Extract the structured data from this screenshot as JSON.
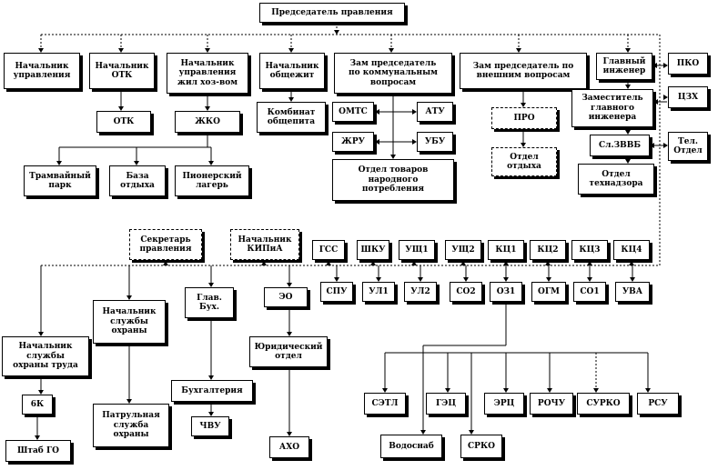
{
  "nodes": {
    "chairman": "Председатель правления",
    "head_mgmt": "Начальник\nуправления",
    "head_otk": "Начальник\nОТК",
    "head_housing": "Начальник\nуправления\nжил хоз-вом",
    "head_dorm": "Начальник\nобщежит",
    "deputy_communal": "Зам председатель\nпо коммунальным\nвопросам",
    "deputy_external": "Зам председатель по\nвнешним вопросам",
    "chief_engineer": "Главный\nинженер",
    "pko": "ПКО",
    "deputy_chief_engineer": "Заместитель\nглавного\nинженера",
    "tszkh": "ЦЗХ",
    "sl_zvvb": "Сл.ЗВВБ",
    "tel_dept": "Тел.\nОтдел",
    "tech_supervision": "Отдел\nтехнадзора",
    "otk": "ОТК",
    "zhko": "ЖКО",
    "dorm_complex": "Комбинат\nобщепита",
    "omts": "ОМТС",
    "atu": "АТУ",
    "zhru": "ЖРУ",
    "ubu": "УБУ",
    "consumer_goods": "Отдел товаров\nнародного\nпотребления",
    "pro": "ПРО",
    "rest_dept": "Отдел\nотдыха",
    "tram_park": "Трамвайный\nпарк",
    "recreation_base": "База\nотдыха",
    "pioneer_camp": "Пионерский\nлагерь",
    "board_secretary": "Секретарь\nправления",
    "head_kipia": "Начальник\nКИПиА",
    "gss": "ГСС",
    "shku": "ШКУ",
    "ushch1": "УЩ1",
    "ushch2": "УЩ2",
    "kts1": "КЦ1",
    "kts2": "КЦ2",
    "kts3": "КЦ3",
    "kts4": "КЦ4",
    "spu": "СПУ",
    "ul1": "УЛ1",
    "ul2": "УЛ2",
    "so2": "СО2",
    "os1": "ОЗ1",
    "ogm": "ОГМ",
    "so1": "СО1",
    "uva": "УВА",
    "head_labor_safety": "Начальник\nслужбы\nохраны труда",
    "head_security": "Начальник\nслужбы\nохраны",
    "chief_accountant": "Глав.\nБух.",
    "eo": "ЭО",
    "legal_dept": "Юридический\nотдел",
    "accounting": "Бухгалтерия",
    "chvu": "ЧВУ",
    "ako": "АХО",
    "patrol_security": "Патрульная\nслужба\nохраны",
    "bk": "6К",
    "civil_defense_hq": "Штаб ГО",
    "setl": "СЭТЛ",
    "gets": "ГЭЦ",
    "erts": "ЭРЦ",
    "rochu": "РОЧУ",
    "surko": "СУРКО",
    "rsu": "РСУ",
    "vodosnab": "Водоснаб",
    "srko": "СРКО"
  }
}
